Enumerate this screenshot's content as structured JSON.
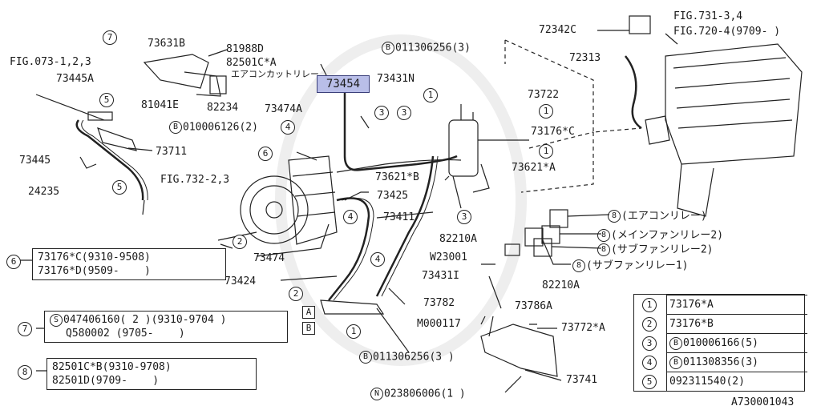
{
  "diagram": {
    "ref_labels": {
      "fig_073": "FIG.073-1,2,3",
      "fig_732": "FIG.732-2,3",
      "fig_731": "FIG.731-3,4",
      "fig_720": "FIG.720-4(9709- )",
      "drawing_id": "A730001043"
    },
    "highlighted_part": "73454",
    "part_labels": {
      "p73631b": "73631B",
      "p81988d": "81988D",
      "p82501ca": "82501C*A",
      "relay_jp": "エアコンカットリレー",
      "p73445a": "73445A",
      "p81041e": "81041E",
      "p82234": "82234",
      "p73474a": "73474A",
      "bolt_010006126": "010006126(2)",
      "p73711": "73711",
      "p73445": "73445",
      "p24235": "24235",
      "p73425": "73425",
      "p73474": "73474",
      "p73424": "73424",
      "bolt_011306256_top": "011306256(3)",
      "p73431n": "73431N",
      "p73722": "73722",
      "p73176c": "73176*C",
      "p73621b": "73621*B",
      "p73621a": "73621*A",
      "p73411": "73411",
      "p72342c": "72342C",
      "p72313": "72313",
      "p82210a_top": "82210A",
      "pw23001": "W23001",
      "p73431i": "73431I",
      "p82210a_bot": "82210A",
      "p73782": "73782",
      "p73786a": "73786A",
      "pm000117": "M000117",
      "p73772a": "73772*A",
      "p73741": "73741",
      "bolt_011306256_bot": "011306256(3 )",
      "nut_023806006": "023806006(1 )"
    },
    "relay_labels": [
      "(エアコンリレー)",
      "(メインファンリレー2)",
      "(サブファンリレー2)",
      "(サブファンリレー1)"
    ],
    "notes": {
      "n6": [
        "73176*C(9310-9508)",
        "73176*D(9509-    )"
      ],
      "n7": [
        "047406160( 2 )(9310-9704 )",
        "Q580002 (9705-    )"
      ],
      "n8": [
        "82501C*B(9310-9708)",
        "82501D(9709-    )"
      ]
    },
    "legend": [
      {
        "num": "1",
        "prefix": "",
        "text": "73176*A"
      },
      {
        "num": "2",
        "prefix": "",
        "text": "73176*B"
      },
      {
        "num": "3",
        "prefix": "B",
        "text": "010006166(5)"
      },
      {
        "num": "4",
        "prefix": "B",
        "text": "011308356(3)"
      },
      {
        "num": "5",
        "prefix": "",
        "text": "092311540(2)"
      }
    ],
    "markers": {
      "a": "A",
      "b": "B",
      "s": "S",
      "bp": "B",
      "n": "N",
      "c1": "1",
      "c2": "2",
      "c3": "3",
      "c4": "4",
      "c5": "5",
      "c6": "6",
      "c7": "7",
      "c8": "8"
    }
  }
}
